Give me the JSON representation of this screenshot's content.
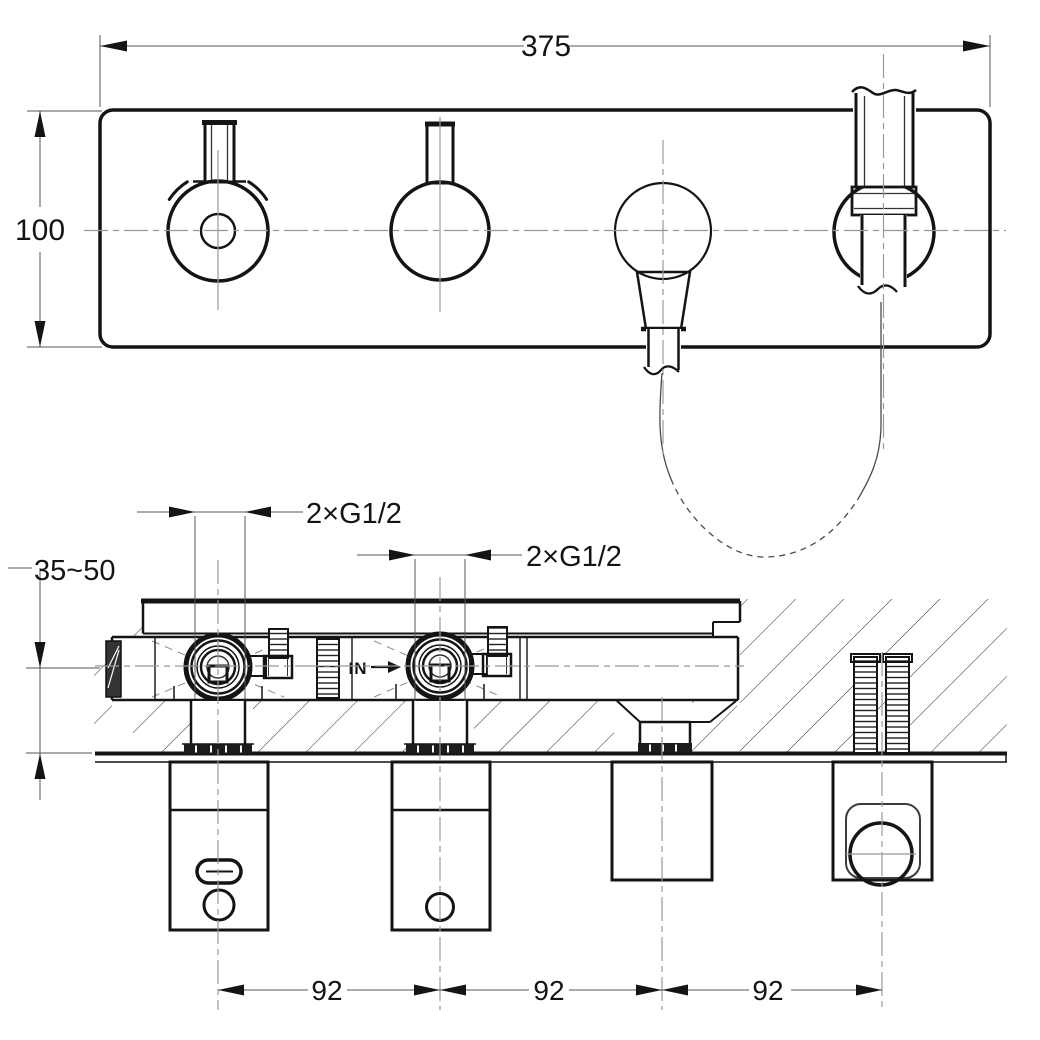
{
  "labels": {
    "front_width": "375",
    "front_height": "100",
    "depth_range": "35~50",
    "ports_station1": "2×G1/2",
    "ports_station2": "2×G1/2",
    "inlet": "IN",
    "spacing": [
      "92",
      "92",
      "92"
    ]
  },
  "colors": {
    "line": "#141414",
    "centerline": "#999999",
    "dimension": "#555555",
    "hatch": "#2a2a2a",
    "background": "#ffffff"
  }
}
